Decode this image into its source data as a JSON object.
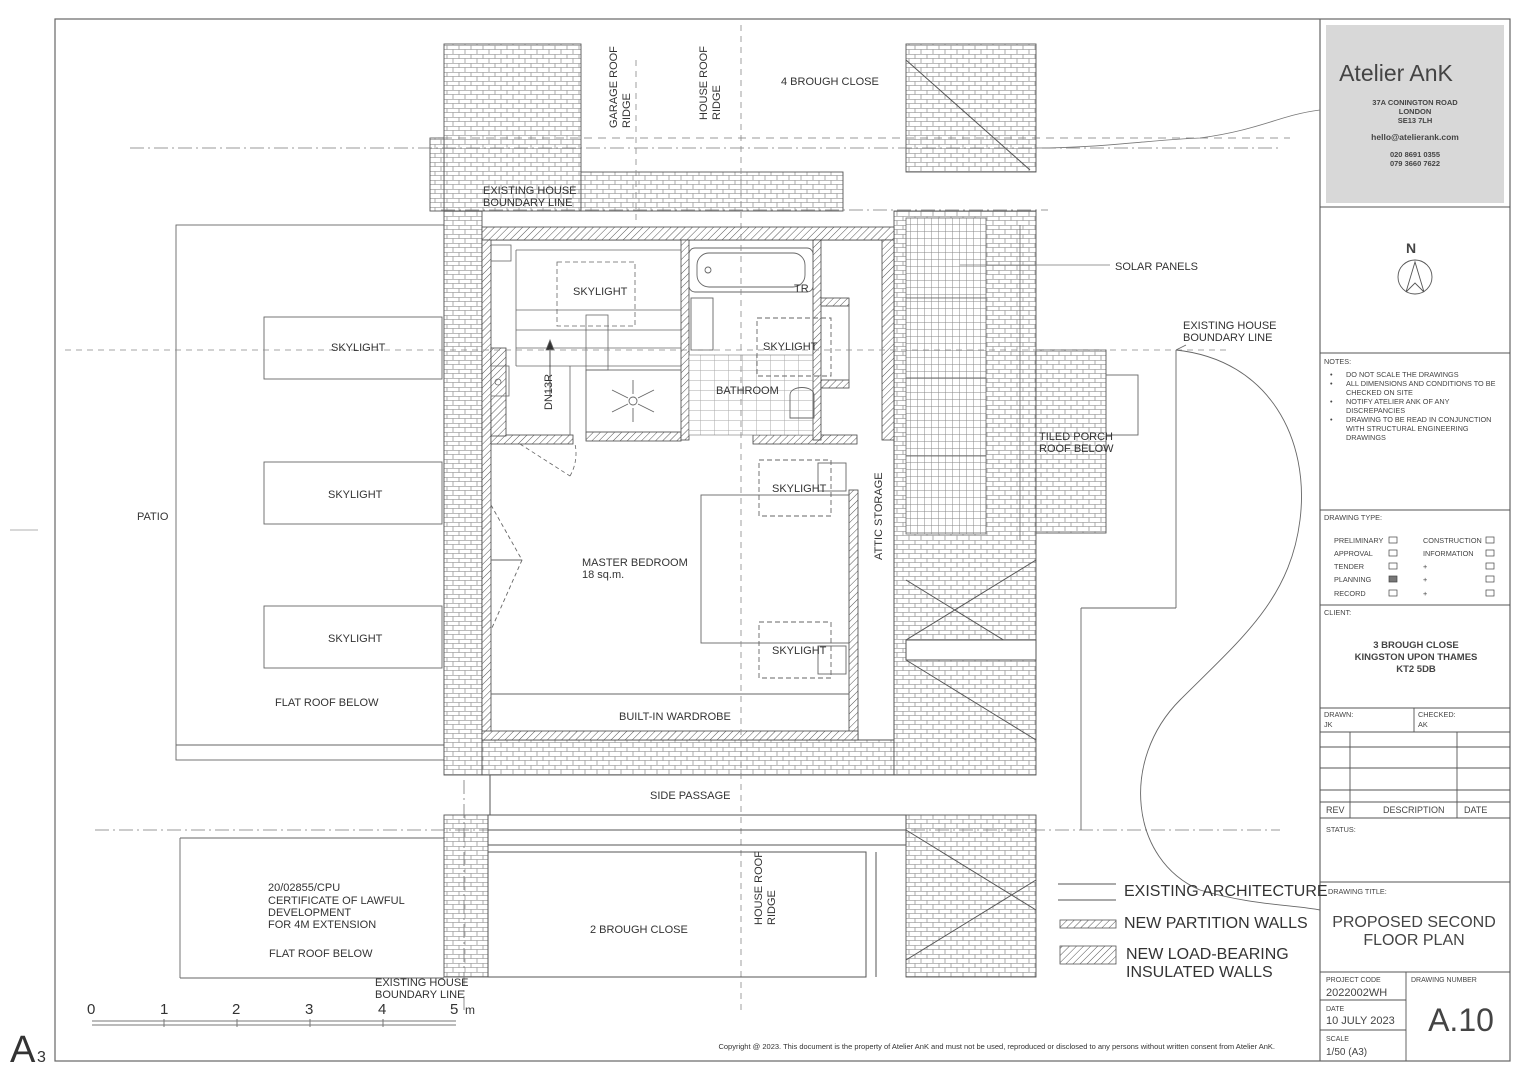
{
  "sheet_size": "A3",
  "plan_labels": {
    "four_brough_close": "4 BROUGH CLOSE",
    "garage_roof_ridge_1": "GARAGE ROOF",
    "garage_roof_ridge_2": "RIDGE",
    "house_roof_ridge_1": "HOUSE ROOF",
    "house_roof_ridge_2": "RIDGE",
    "existing_boundary_1": "EXISTING HOUSE",
    "existing_boundary_2": "BOUNDARY LINE",
    "solar_panels": "SOLAR PANELS",
    "skylight": "SKYLIGHT",
    "tr": "TR",
    "dn13r": "DN13R",
    "bathroom": "BATHROOM",
    "master_bedroom": "MASTER BEDROOM",
    "master_bedroom_area": "18 sq.m.",
    "attic_storage": "ATTIC STORAGE",
    "tiled_porch_1": "TILED PORCH",
    "tiled_porch_2": "ROOF BELOW",
    "patio": "PATIO",
    "flat_roof_below": "FLAT ROOF BELOW",
    "built_in_wardrobe": "BUILT-IN WARDROBE",
    "side_passage": "SIDE PASSAGE",
    "two_brough_close": "2 BROUGH CLOSE",
    "certificate": [
      "20/02855/CPU",
      "CERTIFICATE OF LAWFUL",
      "DEVELOPMENT",
      "FOR 4M EXTENSION"
    ]
  },
  "legend": {
    "existing": "EXISTING ARCHITECTURE",
    "partition": "NEW PARTITION WALLS",
    "loadbearing_1": "NEW LOAD-BEARING",
    "loadbearing_2": "INSULATED WALLS"
  },
  "scale_bar": {
    "ticks": [
      "0",
      "1",
      "2",
      "3",
      "4",
      "5"
    ],
    "unit": "m"
  },
  "copyright": "Copyright @ 2023. This document is the property of Atelier AnK and must not be used, reproduced or disclosed to any persons without written consent from Atelier AnK.",
  "title_block": {
    "brand": "Atelier AnK",
    "address": [
      "37A CONINGTON ROAD",
      "LONDON",
      "SE13 7LH"
    ],
    "email": "hello@atelierank.com",
    "phones": [
      "020 8691 0355",
      "079 3660 7622"
    ],
    "north": "N",
    "notes_title": "NOTES:",
    "notes": [
      [
        "DO NOT SCALE THE DRAWINGS"
      ],
      [
        "ALL DIMENSIONS AND CONDITIONS TO BE",
        "CHECKED ON SITE"
      ],
      [
        "NOTIFY ATELIER ANK OF ANY",
        "DISCREPANCIES"
      ],
      [
        "DRAWING TO BE READ IN CONJUNCTION",
        "WITH STRUCTURAL ENGINEERING",
        "DRAWINGS"
      ]
    ],
    "drawing_type_title": "DRAWING TYPE:",
    "drawing_types_left": [
      "PRELIMINARY",
      "APPROVAL",
      "TENDER",
      "PLANNING",
      "RECORD"
    ],
    "drawing_types_right": [
      "CONSTRUCTION",
      "INFORMATION",
      "+",
      "+",
      "+"
    ],
    "checked_type": "PLANNING",
    "client_title": "CLIENT:",
    "client": [
      "3 BROUGH CLOSE",
      "KINGSTON UPON THAMES",
      "KT2 5DB"
    ],
    "drawn_label": "DRAWN:",
    "drawn_value": "JK",
    "checked_label": "CHECKED:",
    "checked_value": "AK",
    "rev_label": "REV",
    "description_label": "DESCRIPTION",
    "date_col_label": "DATE",
    "status_label": "STATUS:",
    "drawing_title_label": "DRAWING TITLE:",
    "drawing_title": [
      "PROPOSED SECOND",
      "FLOOR PLAN"
    ],
    "project_code_label": "PROJECT CODE",
    "project_code": "2022002WH",
    "drawing_number_label": "DRAWING NUMBER",
    "drawing_number": "A.10",
    "date_label": "DATE",
    "date": "10 JULY 2023",
    "scale_label": "SCALE",
    "scale": "1/50 (A3)"
  },
  "colors": {
    "line": "#555555",
    "accent": "#4aa3a8",
    "panel": "#d8d8d8"
  }
}
